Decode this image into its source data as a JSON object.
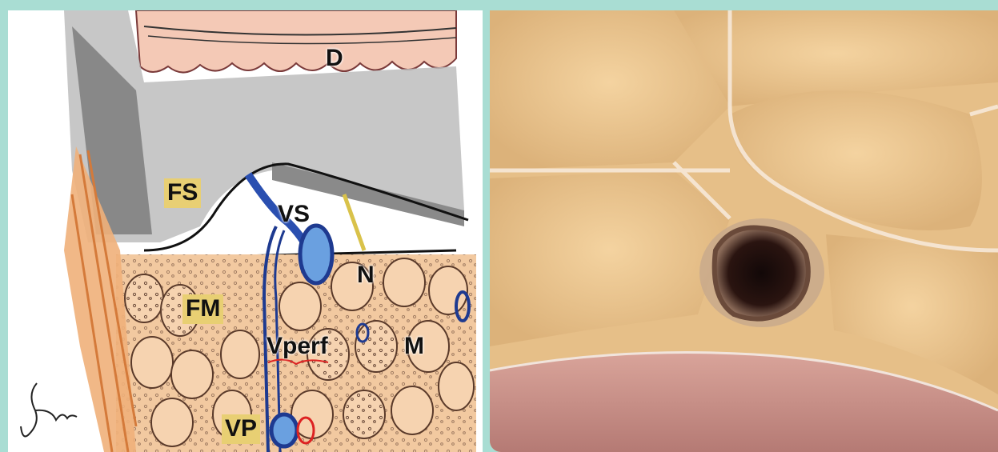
{
  "illustration": {
    "labels": {
      "d": "D",
      "fs": "FS",
      "vs": "VS",
      "n": "N",
      "fm": "FM",
      "vperf": "Vperf",
      "m": "M",
      "vp": "VP"
    },
    "signature": "artist signature"
  },
  "photo": {
    "subject": "dissection photograph of perforator vessel emerging through fascia"
  },
  "colors": {
    "background": "#a9ddd3",
    "muscle": "#f2c9a0",
    "fascia": "#7f7f7f",
    "vessel_blue": "#2a4fb0",
    "dermis": "#f4c9b6",
    "label_box": "#e8cf73"
  }
}
